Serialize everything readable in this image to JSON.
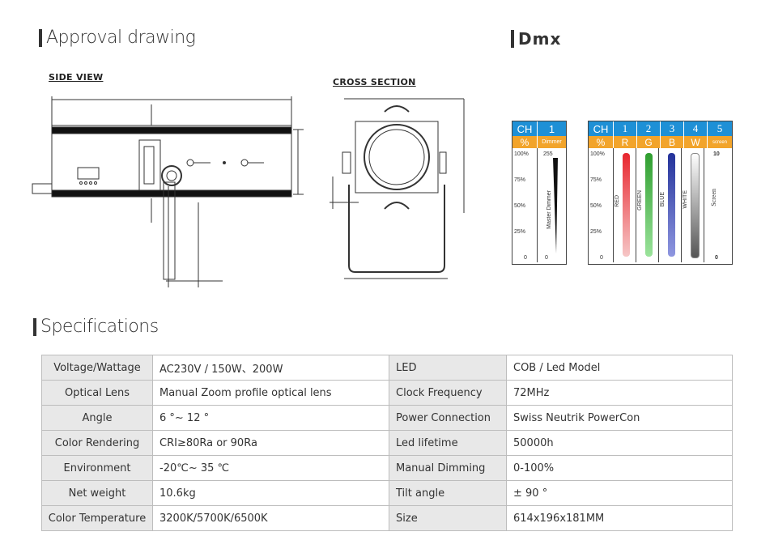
{
  "headings": {
    "approval": "Approval drawing",
    "dmx": "Dmx",
    "specs": "Specifications"
  },
  "drawing": {
    "side_view": "SIDE VIEW",
    "cross_section": "CROSS SECTION"
  },
  "dmx_left": {
    "ch_label": "CH",
    "ch": "1",
    "pct_label": "%",
    "pct": "Dimmer",
    "y_labels": [
      "100%",
      "75%",
      "50%",
      "25%",
      "0"
    ],
    "top_value": "255",
    "bottom_value": "0",
    "rotated_label": "Master Dimmer"
  },
  "dmx_right": {
    "ch_label": "CH",
    "channels": [
      "1",
      "2",
      "3",
      "4",
      "5"
    ],
    "pct_label": "%",
    "letters": [
      "R",
      "G",
      "B",
      "W",
      "screen"
    ],
    "y_labels": [
      "100%",
      "75%",
      "50%",
      "25%",
      "0"
    ],
    "rotated_labels": [
      "RED",
      "GREEN",
      "BLUE",
      "WHITE",
      "Screen"
    ],
    "screen_top": "10",
    "screen_bottom": "0",
    "colors": [
      "#e8262e",
      "#3aa83a",
      "#2b3fa8",
      "#888888",
      "#ffffff"
    ]
  },
  "specs": [
    {
      "k1": "Voltage/Wattage",
      "v1": "AC230V / 150W、200W",
      "k2": "LED",
      "v2": "COB / Led Model"
    },
    {
      "k1": "Optical Lens",
      "v1": "Manual Zoom profile optical lens",
      "k2": "Clock Frequency",
      "v2": "72MHz"
    },
    {
      "k1": "Angle",
      "v1": "6 °~ 12 °",
      "k2": "Power Connection",
      "v2": "Swiss Neutrik PowerCon"
    },
    {
      "k1": "Color Rendering",
      "v1": "CRI≥80Ra or 90Ra",
      "k2": "Led lifetime",
      "v2": "50000h"
    },
    {
      "k1": "Environment",
      "v1": "-20℃~ 35 ℃",
      "k2": "Manual Dimming",
      "v2": "0-100%"
    },
    {
      "k1": "Net weight",
      "v1": "10.6kg",
      "k2": "Tilt angle",
      "v2": "± 90 °"
    },
    {
      "k1": "Color Temperature",
      "v1": "3200K/5700K/6500K",
      "k2": "Size",
      "v2": "614x196x181MM"
    }
  ]
}
